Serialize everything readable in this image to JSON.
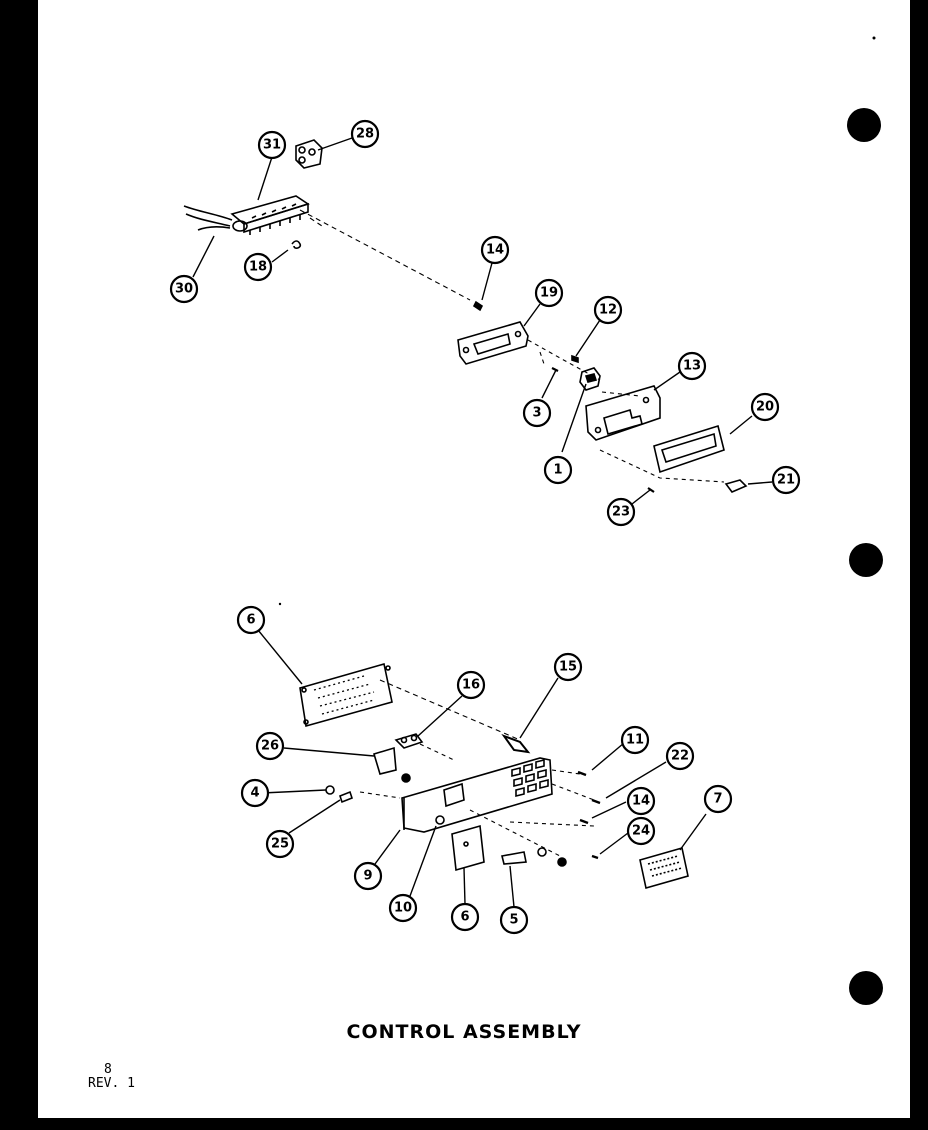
{
  "title": "CONTROL ASSEMBLY",
  "page_number": "8",
  "revision": "REV. 1",
  "callouts": {
    "c31": "31",
    "c28": "28",
    "c30": "30",
    "c18": "18",
    "c14a": "14",
    "c19": "19",
    "c12": "12",
    "c3": "3",
    "c13": "13",
    "c1": "1",
    "c20": "20",
    "c21": "21",
    "c23": "23",
    "c6a": "6",
    "c15": "15",
    "c16": "16",
    "c26": "26",
    "c11": "11",
    "c22": "22",
    "c4": "4",
    "c14b": "14",
    "c25": "25",
    "c24": "24",
    "c7": "7",
    "c9": "9",
    "c10": "10",
    "c6b": "6",
    "c5": "5"
  }
}
